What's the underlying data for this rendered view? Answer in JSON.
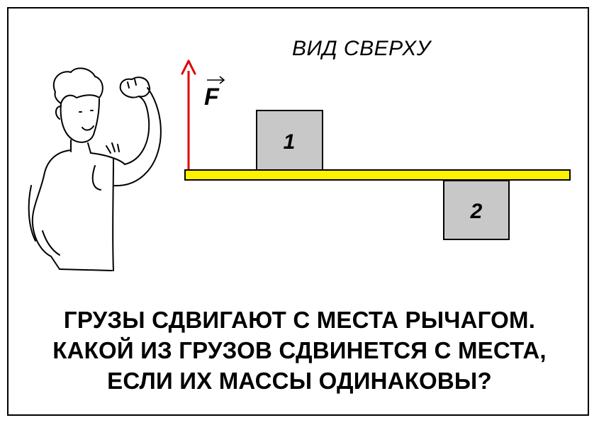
{
  "view_label": "ВИД СВЕРХУ",
  "force_label": "F",
  "blocks": [
    {
      "label": "1"
    },
    {
      "label": "2"
    }
  ],
  "question_lines": [
    "ГРУЗЫ СДВИГАЮТ С МЕСТА РЫЧАГОМ.",
    "КАКОЙ ИЗ ГРУЗОВ СДВИНЕТСЯ С МЕСТА,",
    "ЕСЛИ ИХ МАССЫ ОДИНАКОВЫ?"
  ],
  "colors": {
    "lever": "#FFF200",
    "arrow": "#E00000",
    "block": "#C8C8C8",
    "outline": "#000000"
  }
}
